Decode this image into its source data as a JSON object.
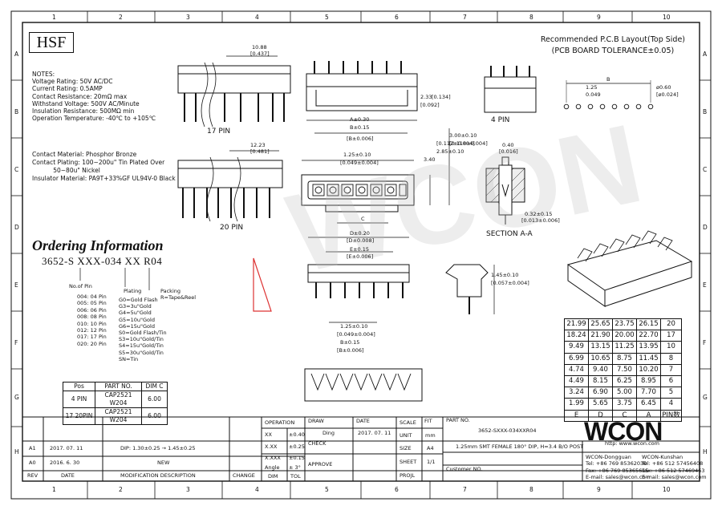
{
  "frame": {
    "cols": [
      "1",
      "2",
      "3",
      "4",
      "5",
      "6",
      "7",
      "8",
      "9",
      "10"
    ],
    "rows": [
      "A",
      "B",
      "C",
      "D",
      "E",
      "F",
      "G",
      "H"
    ]
  },
  "hsf": "HSF",
  "recommended": {
    "line1": "Recommended P.C.B Layout(Top Side)",
    "line2": "(PCB BOARD TOLERANCE±0.05)"
  },
  "notes": [
    "NOTES:",
    "Voltage Rating: 50V AC/DC",
    "Current Rating: 0.5AMP",
    "Contact Resistance: 20mΩ max",
    "Withstand Voltage: 500V AC/Minute",
    "Insulation Resistance: 500MΩ min",
    "Operation Temperature: -40℃ to +105℃"
  ],
  "materials": [
    "Contact Material: Phosphor Bronze",
    "Contact Plating: 100~200u\" Tin Plated Over",
    "           50~80u\" Nickel",
    "Insulator Material: PA9T+33%GF UL94V-0 Black"
  ],
  "views": {
    "pin17": "17 PIN",
    "pin20": "20 PIN",
    "pin4": "4 PIN",
    "section": "SECTION A-A"
  },
  "dims": {
    "d1": "10.88",
    "d1b": "[0.437]",
    "d2": "12.23",
    "d2b": "[0.481]",
    "a": "A±0.30",
    "b": "B±0.15",
    "b_in": "[B±0.006]",
    "p125": "1.25±0.10",
    "p049": "[0.049±0.004]",
    "h233": "2.33",
    "h233b": "[0.092]",
    "h34": "[0.134]",
    "c": "C",
    "d": "D±0.20",
    "d_in": "[D±0.008]",
    "e": "E±0.15",
    "e_in": "[E±0.006]",
    "p125b": "1.25±0.10",
    "p049b": "[0.049±0.004]",
    "b015": "B±0.15",
    "b015in": "[B±0.006]",
    "v340": "3.40",
    "v285": "2.85±0.10",
    "v285in": "[0.112±0.004]",
    "v300": "3.00±0.10",
    "v300in": "[0.118±0.004]",
    "s040": "0.40",
    "s040b": "[0.016]",
    "s032": "0.32±0.15",
    "s032b": "[0.013±0.006]",
    "rb": "B",
    "r125": "1.25",
    "r049": "0.049",
    "r060": "ø0.60",
    "r060b": "[ø0.024]",
    "v145": "1.45±0.10",
    "v145in": "[0.057±0.004]"
  },
  "ordering": {
    "title": "Ordering Information",
    "code": "3652-S XXX-034 XX R04",
    "no_pin_head": "No.of Pin",
    "no_pins": [
      "004: 04 Pin",
      "005: 05 Pin",
      "006: 06 Pin",
      "008: 08 Pin",
      "010: 10 Pin",
      "012: 12 Pin",
      "017: 17 Pin",
      "020: 20 Pin"
    ],
    "plating_head": "Plating",
    "plating": [
      "G0=Gold Flash",
      "G3=3u\"Gold",
      "G4=5u\"Gold",
      "G5=10u\"Gold",
      "G6=15u\"Gold",
      "S0=Gold Flash/Tin",
      "S3=10u\"Gold/Tin",
      "S4=15u\"Gold/Tin",
      "S5=30u\"Gold/Tin",
      "SN=Tin"
    ],
    "packing_head": "Packing",
    "packing": "R=Tape&Reel"
  },
  "part_table": {
    "head": [
      "Pos",
      "PART NO.",
      "DIM C"
    ],
    "rows": [
      [
        "4 PIN",
        "CAP2521 W204",
        "6.00"
      ],
      [
        "17 20PIN",
        "CAP2521 W204",
        "6.00"
      ]
    ]
  },
  "pin_table": {
    "rows": [
      [
        "21.99",
        "25.65",
        "23.75",
        "26.15",
        "20"
      ],
      [
        "18.24",
        "21.90",
        "20.00",
        "22.70",
        "17"
      ],
      [
        "9.49",
        "13.15",
        "11.25",
        "13.95",
        "10"
      ],
      [
        "6.99",
        "10.65",
        "8.75",
        "11.45",
        "8"
      ],
      [
        "4.74",
        "9.40",
        "7.50",
        "10.20",
        "7"
      ],
      [
        "4.49",
        "8.15",
        "6.25",
        "8.95",
        "6"
      ],
      [
        "3.24",
        "6.90",
        "5.00",
        "7.70",
        "5"
      ],
      [
        "1.99",
        "5.65",
        "3.75",
        "6.45",
        "4"
      ],
      [
        "E",
        "D",
        "C",
        "A",
        "PIN数"
      ]
    ]
  },
  "title_block": {
    "operation": "OPERATION",
    "draw": "DRAW",
    "date": "DATE",
    "scale": "SCALE",
    "fit": "FIT",
    "draw_val": "Ding",
    "date_val": "2017. 07. 11",
    "unit": "UNIT",
    "unit_val": "mm",
    "check": "CHECK",
    "size": "SIZE",
    "size_val": "A4",
    "approve": "APPROVE",
    "sheet": "SHEET",
    "sheet_val": "1/1",
    "projl": "PROJL",
    "xx": "XX",
    "xx_t": "±0.40",
    "xxx": "X.XX",
    "xxx_t": "±0.25",
    "xxxx": "X.XXX",
    "xxxx_t": "±0.15",
    "angle": "Angle",
    "angle_t": "± 3°",
    "dim": "DIM",
    "tol": "TOL",
    "part_no": "PART NO.",
    "part_no_val": "3652-SXXX-034XXR04",
    "desc": "1.25mm SMT FEMALE 180° DIP, H=3.4 B/O POST",
    "customer": "Customer NO.",
    "rev": "REV",
    "rdate": "DATE",
    "mod": "MODIFICATION  DESCRIPTION",
    "change": "CHANGE",
    "a1": "A1",
    "a1_date": "2017. 07. 11",
    "a1_desc": "DIP: 1.30±0.25 → 1.45±0.25",
    "a0": "A0",
    "a0_date": "2016. 6. 30",
    "a0_desc": "NEW"
  },
  "company": {
    "logo": "WCON",
    "url": "http: www.wcon.com",
    "left_name": "WCON-Dongguan",
    "left_tel": "Tel: +86 769 85362030",
    "left_fax": "Fax: +86 769 85365615",
    "left_mail": "E-mail: sales@wcon.com",
    "right_name": "WCON-Kunshan",
    "right_tel": "Tel: +86 512 57456408",
    "right_fax": "Fax: +86 512 57469463",
    "right_mail": "E-mail: sales@wcon.com"
  }
}
